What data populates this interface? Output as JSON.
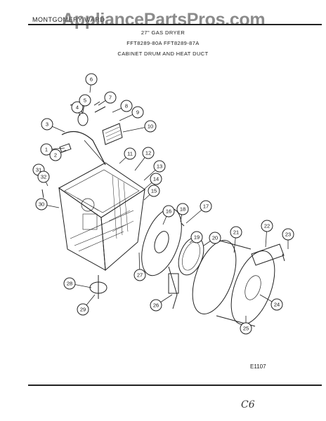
{
  "header": {
    "brand": "MONTGOMERY WARD",
    "watermark": "AppliancePartsPros.com"
  },
  "titles": {
    "line1": "27\" GAS DRYER",
    "line2": "FFT8289-80A  FFT8289-87A",
    "line3": "CABINET DRUM AND HEAT DUCT"
  },
  "diagram": {
    "part_numbers": [
      "1",
      "2",
      "3",
      "4",
      "5",
      "6",
      "7",
      "8",
      "9",
      "10",
      "11",
      "12",
      "13",
      "14",
      "15",
      "16",
      "17",
      "18",
      "19",
      "20",
      "21",
      "22",
      "23",
      "24",
      "25",
      "26",
      "27",
      "28",
      "29",
      "30",
      "31",
      "32"
    ]
  },
  "footer": {
    "ref": "E1107",
    "handwritten": "C6"
  }
}
